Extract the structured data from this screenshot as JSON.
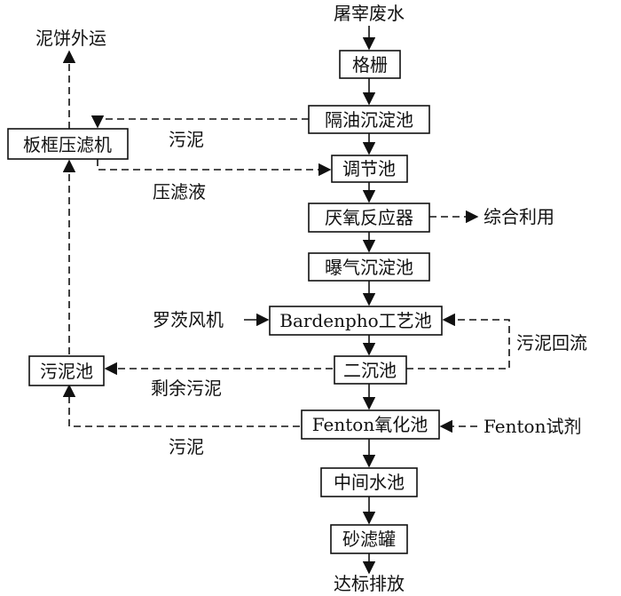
{
  "inputs": {
    "source": "屠宰废水",
    "blower": "罗茨风机",
    "fenton_reagent": "Fenton试剂"
  },
  "outputs": {
    "cake": "泥饼外运",
    "biogas": "综合利用",
    "discharge": "达标排放"
  },
  "units": {
    "grille": "格栅",
    "oil_sep": "隔油沉淀池",
    "filter_press": "板框压滤机",
    "regulating": "调节池",
    "anaerobic": "厌氧反应器",
    "aeration": "曝气沉淀池",
    "bardenpho": "Bardenpho工艺池",
    "clarifier2": "二沉池",
    "sludge_tank": "污泥池",
    "fenton": "Fenton氧化池",
    "middle": "中间水池",
    "sand_filter": "砂滤罐"
  },
  "edge_labels": {
    "sludge_1": "污泥",
    "filtrate": "压滤液",
    "sludge_return": "污泥回流",
    "excess_sludge": "剩余污泥",
    "sludge_2": "污泥"
  }
}
